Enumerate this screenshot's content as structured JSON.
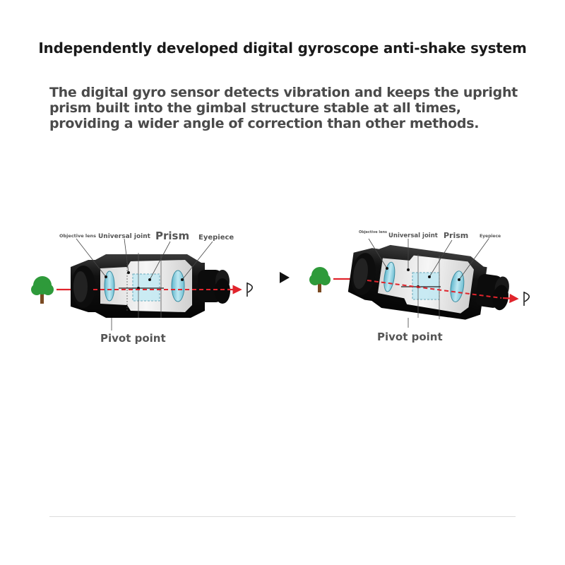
{
  "header": {
    "title": "Independently developed digital gyroscope anti-shake system"
  },
  "description": {
    "lines": [
      "The digital gyro sensor detects vibration and keeps the upright",
      "prism built into the gimbal structure stable at all times,",
      "providing a wider angle of correction than other methods."
    ]
  },
  "diagram_left": {
    "labels": {
      "objective_lens": "Objective lens",
      "universal_joint": "Universal joint",
      "prism": "Prism",
      "eyepiece": "Eyepiece",
      "pivot_point": "Pivot point"
    }
  },
  "diagram_right": {
    "labels": {
      "objective_lens": "Objective lens",
      "universal_joint": "Universal joint",
      "prism": "Prism",
      "eyepiece": "Eyepiece",
      "pivot_point": "Pivot point"
    }
  },
  "colors": {
    "body": "#151515",
    "lens": "#8fd0e0",
    "arrow": "#e0242c",
    "tree": "#2e9a3a",
    "trunk": "#7a4a22"
  }
}
